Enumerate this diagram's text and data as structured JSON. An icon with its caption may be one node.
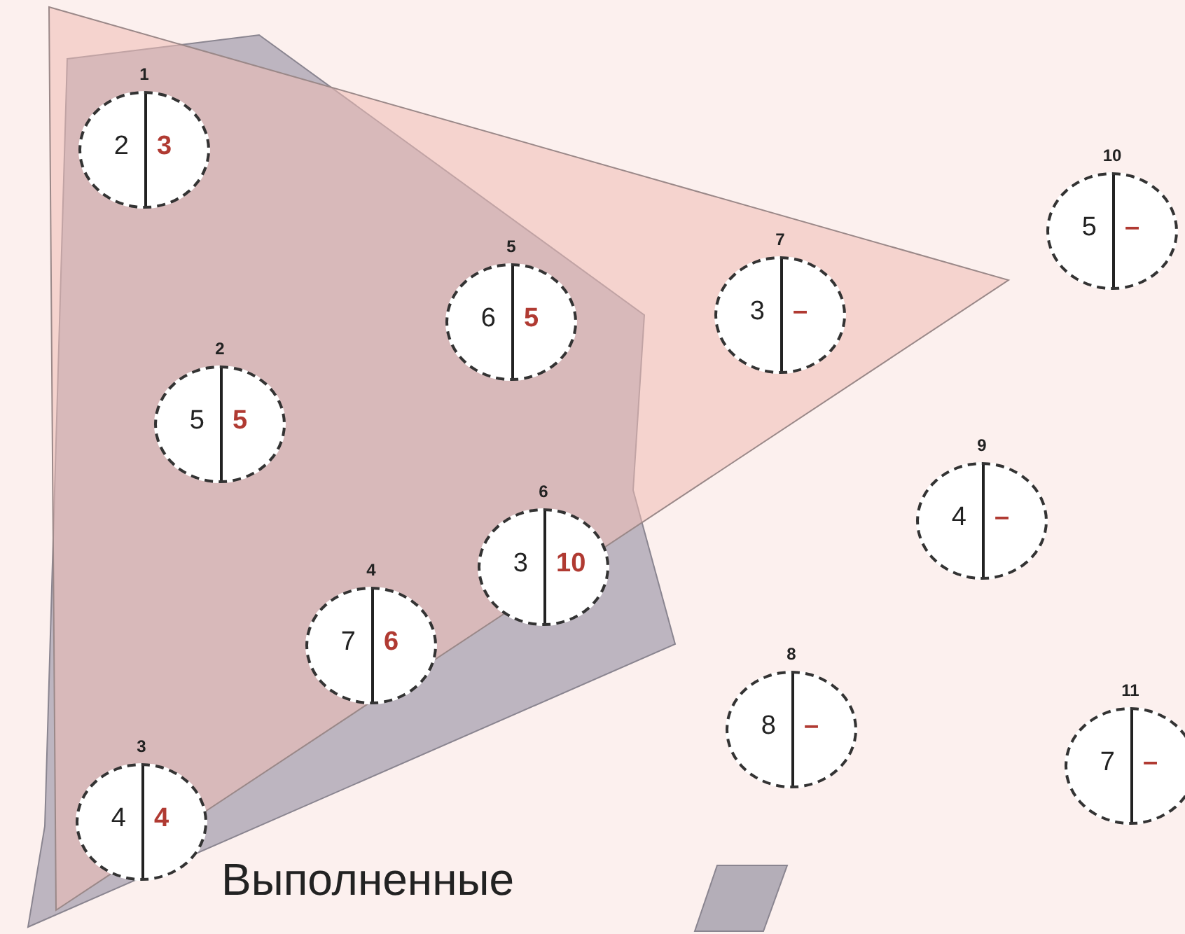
{
  "diagram": {
    "nodes": [
      {
        "text": [
          "2",
          "3"
        ],
        "beside": [
          "1"
        ]
      },
      {
        "text": [
          "5",
          "5"
        ],
        "beside": [
          "2"
        ]
      },
      {
        "text": [
          "4",
          "4"
        ],
        "beside": [
          "3"
        ]
      },
      {
        "text": [
          "7",
          "6"
        ],
        "beside": [
          "4"
        ]
      },
      {
        "text": [
          "6",
          "5"
        ],
        "beside": [
          "5"
        ]
      },
      {
        "text": [
          "3",
          "10"
        ],
        "beside": [
          "6"
        ]
      },
      {
        "text": [
          "3",
          "–"
        ],
        "beside": [
          "7"
        ]
      },
      {
        "text": [
          "8",
          "–"
        ],
        "beside": [
          "8"
        ]
      },
      {
        "text": [
          "4",
          "–"
        ],
        "beside": [
          "9"
        ]
      },
      {
        "text": [
          "5",
          "–"
        ],
        "beside": [
          "10"
        ]
      },
      {
        "text": [
          "7",
          "–"
        ],
        "beside": [
          "11"
        ]
      }
    ],
    "edges": [],
    "labels": [
      "Выполненные"
    ]
  }
}
